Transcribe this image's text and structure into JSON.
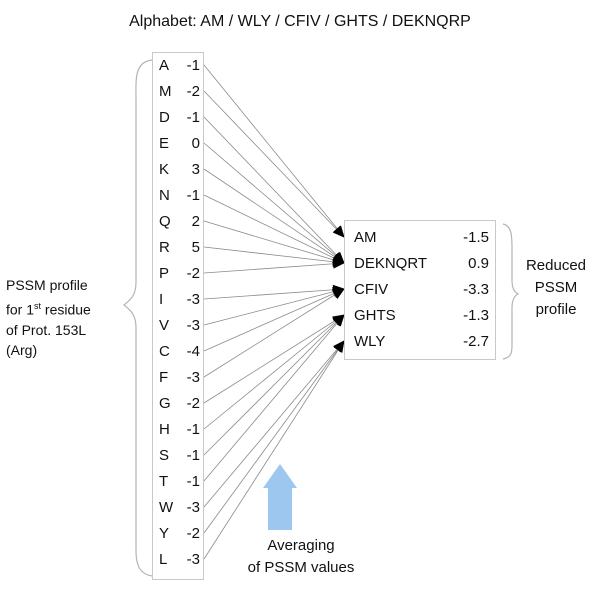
{
  "title": "Alphabet: AM / WLY / CFIV / GHTS / DEKNQRP",
  "left_caption": {
    "line1": "PSSM profile",
    "line2_prefix": "for 1",
    "line2_sup": "st",
    "line2_suffix": " residue",
    "line3": "of Prot. 153L",
    "line4": "(Arg)"
  },
  "pssm_profile": [
    {
      "aa": "A",
      "value": "-1"
    },
    {
      "aa": "M",
      "value": "-2"
    },
    {
      "aa": "D",
      "value": "-1"
    },
    {
      "aa": "E",
      "value": "0"
    },
    {
      "aa": "K",
      "value": "3"
    },
    {
      "aa": "N",
      "value": "-1"
    },
    {
      "aa": "Q",
      "value": "2"
    },
    {
      "aa": "R",
      "value": "5"
    },
    {
      "aa": "P",
      "value": "-2"
    },
    {
      "aa": "I",
      "value": "-3"
    },
    {
      "aa": "V",
      "value": "-3"
    },
    {
      "aa": "C",
      "value": "-4"
    },
    {
      "aa": "F",
      "value": "-3"
    },
    {
      "aa": "G",
      "value": "-2"
    },
    {
      "aa": "H",
      "value": "-1"
    },
    {
      "aa": "S",
      "value": "-1"
    },
    {
      "aa": "T",
      "value": "-1"
    },
    {
      "aa": "W",
      "value": "-3"
    },
    {
      "aa": "Y",
      "value": "-2"
    },
    {
      "aa": "L",
      "value": "-3"
    }
  ],
  "reduced_profile": [
    {
      "group": "AM",
      "value": "-1.5"
    },
    {
      "group": "DEKNQRT",
      "value": "0.9"
    },
    {
      "group": "CFIV",
      "value": "-3.3"
    },
    {
      "group": "GHTS",
      "value": "-1.3"
    },
    {
      "group": "WLY",
      "value": "-2.7"
    }
  ],
  "right_caption": {
    "line1": "Reduced",
    "line2": "PSSM",
    "line3": "profile"
  },
  "averaging_caption": {
    "line1": "Averaging",
    "line2": "of PSSM values"
  },
  "colors": {
    "arrow_fill": "#9ec7ef",
    "line": "#8a8a8a",
    "box_border": "#c8c8c8",
    "brace": "#b4b4b4"
  }
}
